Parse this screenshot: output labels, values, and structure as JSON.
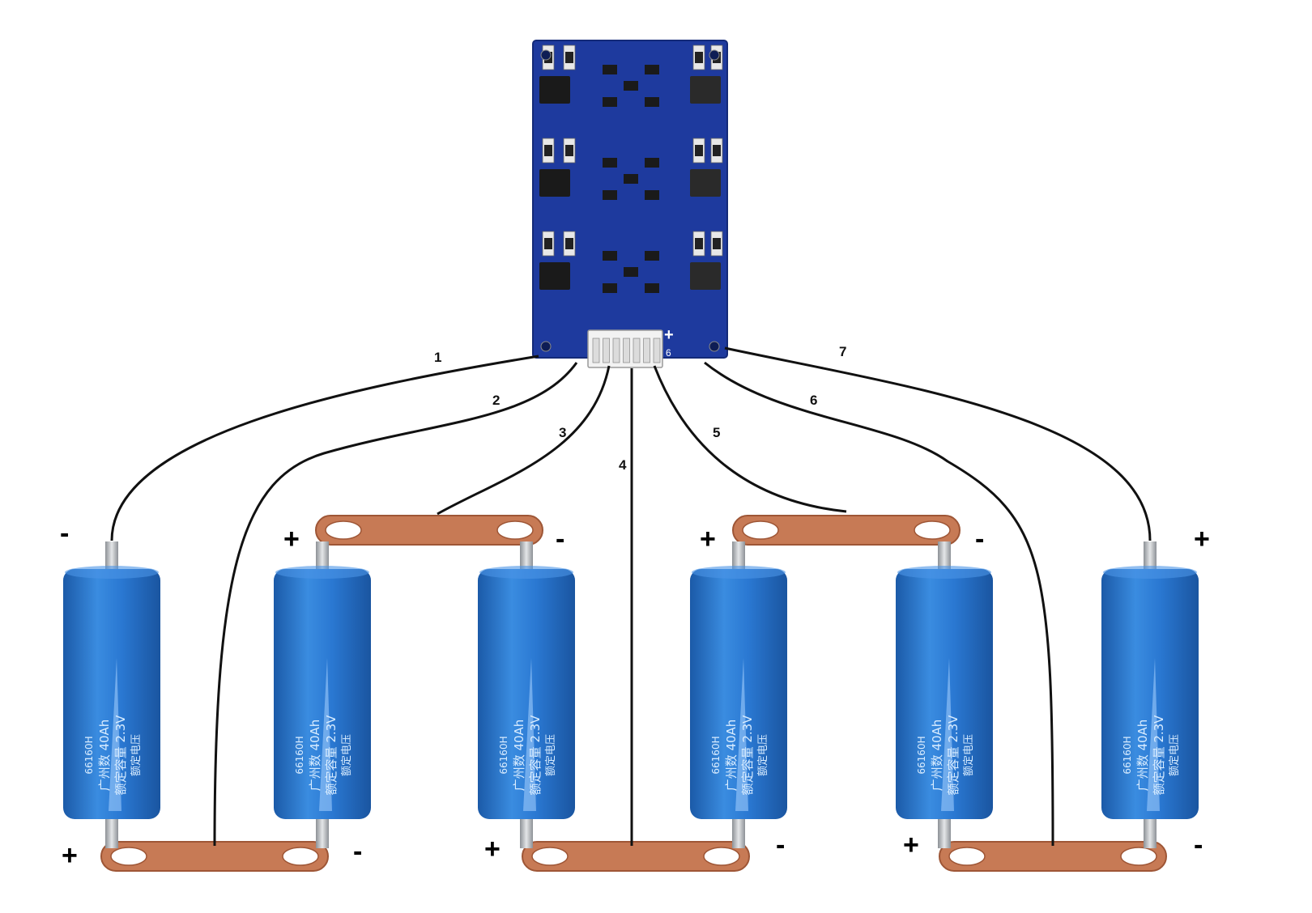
{
  "colors": {
    "pcb": "#1e3a9e",
    "pcb_dark": "#142a78",
    "cell": "#2a78d2",
    "cell_dark": "#1c5fae",
    "cell_light": "#4b95e6",
    "copper": "#c77a55",
    "copper_dark": "#9e5636",
    "wire": "#111111",
    "terminal": "#b9bcc0",
    "connector": "#f2f2f2"
  },
  "board": {
    "connector_plus": "+",
    "connector_pin": "6"
  },
  "wires": [
    {
      "label": "1"
    },
    {
      "label": "2"
    },
    {
      "label": "3"
    },
    {
      "label": "4"
    },
    {
      "label": "5"
    },
    {
      "label": "6"
    },
    {
      "label": "7"
    }
  ],
  "cells": [
    {
      "model": "66160H",
      "capacity": "40Ah",
      "voltage": "2.3V",
      "label_brand": "广州数",
      "label_capacity": "额定容量",
      "label_voltage": "额定电压",
      "top_polarity": "-",
      "bottom_polarity": "+"
    },
    {
      "model": "66160H",
      "capacity": "40Ah",
      "voltage": "2.3V",
      "label_brand": "广州数",
      "label_capacity": "额定容量",
      "label_voltage": "额定电压",
      "top_polarity": "+",
      "bottom_polarity": "-"
    },
    {
      "model": "66160H",
      "capacity": "40Ah",
      "voltage": "2.3V",
      "label_brand": "广州数",
      "label_capacity": "额定容量",
      "label_voltage": "额定电压",
      "top_polarity": "-",
      "bottom_polarity": "+"
    },
    {
      "model": "66160H",
      "capacity": "40Ah",
      "voltage": "2.3V",
      "label_brand": "广州数",
      "label_capacity": "额定容量",
      "label_voltage": "额定电压",
      "top_polarity": "+",
      "bottom_polarity": "-"
    },
    {
      "model": "66160H",
      "capacity": "40Ah",
      "voltage": "2.3V",
      "label_brand": "广州数",
      "label_capacity": "额定容量",
      "label_voltage": "额定电压",
      "top_polarity": "-",
      "bottom_polarity": "+"
    },
    {
      "model": "66160H",
      "capacity": "40Ah",
      "voltage": "2.3V",
      "label_brand": "广州数",
      "label_capacity": "额定容量",
      "label_voltage": "额定电压",
      "top_polarity": "+",
      "bottom_polarity": "-"
    }
  ]
}
